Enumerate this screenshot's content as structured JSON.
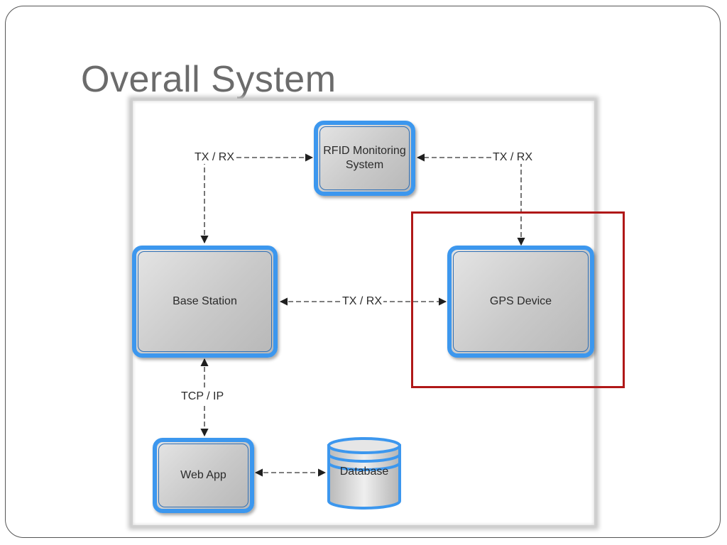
{
  "slide": {
    "title": "Overall System"
  },
  "diagram": {
    "nodes": {
      "rfid": "RFID Monitoring System",
      "rfid_line1": "RFID Monitoring",
      "rfid_line2": "System",
      "base_station": "Base Station",
      "gps_device": "GPS Device",
      "web_app": "Web App",
      "database": "Database"
    },
    "edges": {
      "base_rfid": "TX / RX",
      "gps_rfid": "TX / RX",
      "base_gps": "TX / RX",
      "base_webapp": "TCP / IP"
    },
    "edge_list": [
      {
        "from": "Base Station",
        "to": "RFID Monitoring System",
        "label": "TX / RX",
        "style": "dashed",
        "arrows": "both"
      },
      {
        "from": "GPS Device",
        "to": "RFID Monitoring System",
        "label": "TX / RX",
        "style": "dashed",
        "arrows": "both"
      },
      {
        "from": "Base Station",
        "to": "GPS Device",
        "label": "TX / RX",
        "style": "dashed",
        "arrows": "both"
      },
      {
        "from": "Base Station",
        "to": "Web App",
        "label": "TCP / IP",
        "style": "dashed",
        "arrows": "both"
      },
      {
        "from": "Web App",
        "to": "Database",
        "label": "",
        "style": "dashed",
        "arrows": "both"
      }
    ],
    "highlighted_node": "GPS Device",
    "colors": {
      "node_border": "#3c97ee",
      "highlight": "#b01818",
      "title": "#6b6b6b"
    }
  }
}
